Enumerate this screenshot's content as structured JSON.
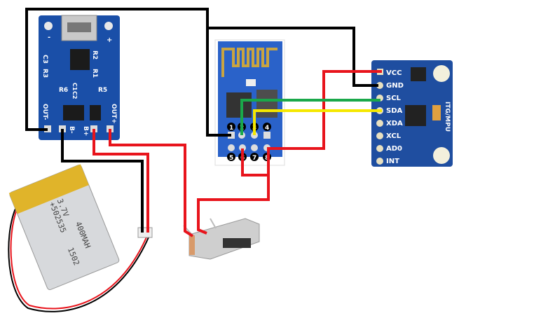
{
  "charger_board": {
    "labels": {
      "out_minus": "OUT-",
      "out_plus": "OUT+",
      "b_minus": "B-",
      "b_plus": "B+",
      "r1": "R1",
      "r2": "R2",
      "r3": "R3",
      "r5": "R5",
      "r6": "R6",
      "c1": "C1",
      "c2": "C2",
      "c3": "C3",
      "minus": "-",
      "plus": "+"
    }
  },
  "esp_module": {
    "pin_numbers": [
      "1",
      "2",
      "3",
      "4",
      "5",
      "6",
      "7",
      "8"
    ]
  },
  "mpu_board": {
    "title": "ITG/MPU",
    "pins": [
      "VCC",
      "GND",
      "SCL",
      "SDA",
      "XDA",
      "XCL",
      "AD0",
      "INT"
    ]
  },
  "battery": {
    "model": "+502535",
    "voltage": "3.7V",
    "capacity": "400MAH",
    "code": "1502"
  },
  "colors": {
    "board_blue": "#1a4fa8",
    "wire_black": "#000000",
    "wire_red": "#e8141c",
    "wire_green": "#1aa84a",
    "wire_yellow": "#f5e800"
  }
}
